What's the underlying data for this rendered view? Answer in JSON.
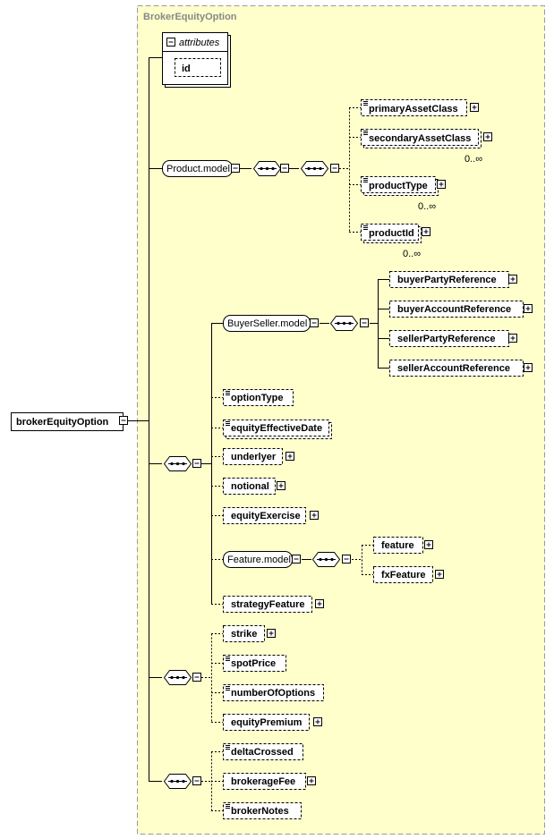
{
  "diagram": {
    "complex_type": "BrokerEquityOption",
    "root": {
      "label": "brokerEquityOption"
    },
    "attributes": {
      "title": "attributes",
      "items": [
        "id"
      ]
    },
    "groups": {
      "product_model": "Product.model",
      "buyer_seller_model": "BuyerSeller.model",
      "feature_model": "Feature.model"
    },
    "product_elements": {
      "primary_asset_class": "primaryAssetClass",
      "secondary_asset_class": "secondaryAssetClass",
      "product_type": "productType",
      "product_id": "productId"
    },
    "buyer_seller_elements": {
      "buyer_party_reference": "buyerPartyReference",
      "buyer_account_reference": "buyerAccountReference",
      "seller_party_reference": "sellerPartyReference",
      "seller_account_reference": "sellerAccountReference"
    },
    "option_elements": {
      "option_type": "optionType",
      "equity_effective_date": "equityEffectiveDate",
      "underlyer": "underlyer",
      "notional": "notional",
      "equity_exercise": "equityExercise",
      "strategy_feature": "strategyFeature"
    },
    "feature_elements": {
      "feature": "feature",
      "fx_feature": "fxFeature"
    },
    "strike_elements": {
      "strike": "strike",
      "spot_price": "spotPrice",
      "number_of_options": "numberOfOptions",
      "equity_premium": "equityPremium"
    },
    "fee_elements": {
      "delta_crossed": "deltaCrossed",
      "brokerage_fee": "brokerageFee",
      "broker_notes": "brokerNotes"
    },
    "cardinality": {
      "unbounded": "0..∞"
    }
  }
}
